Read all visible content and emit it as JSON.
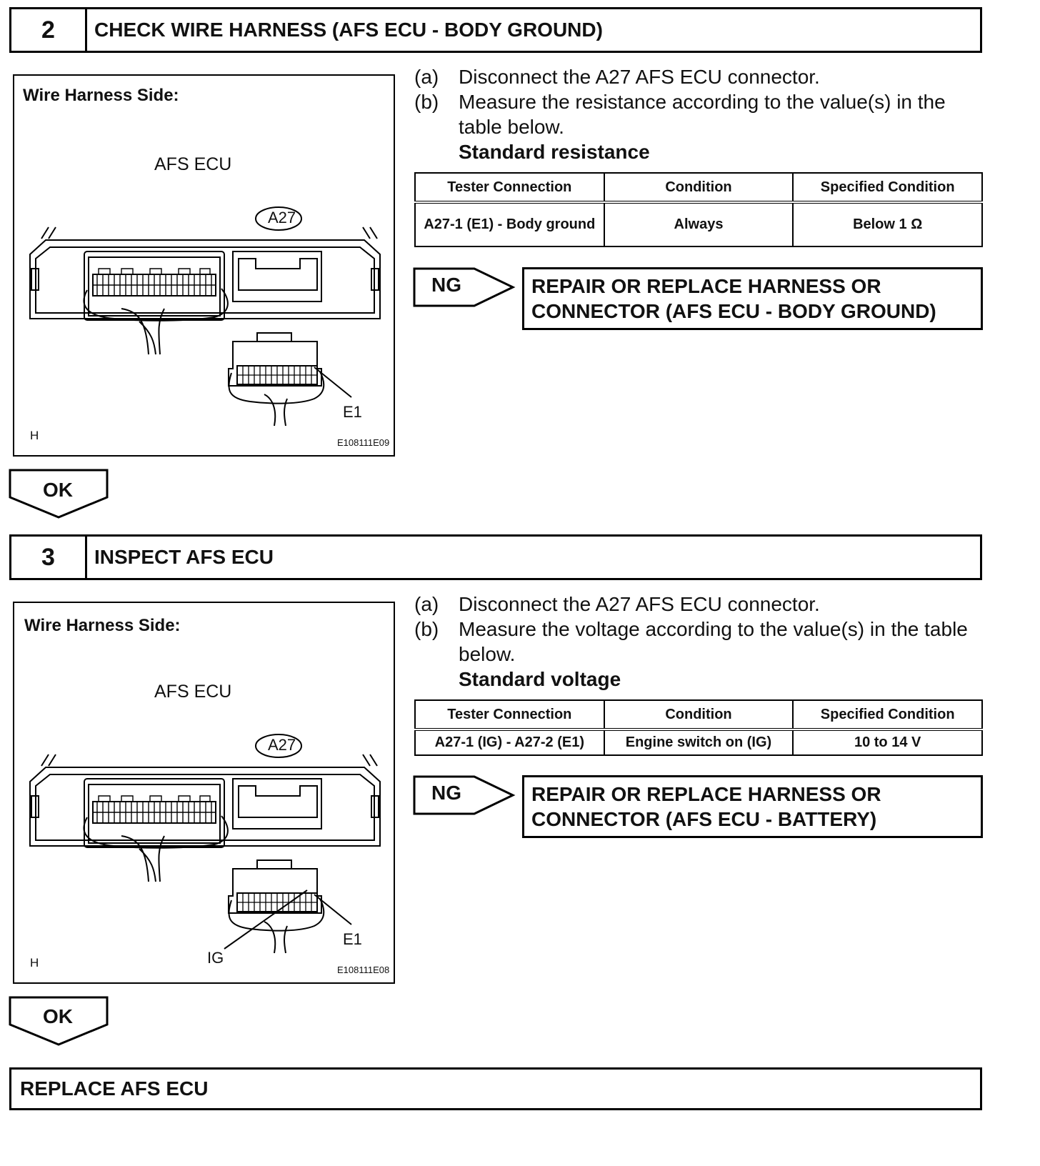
{
  "step2": {
    "number": "2",
    "title": "CHECK WIRE HARNESS (AFS ECU - BODY GROUND)",
    "figure": {
      "side_label": "Wire Harness Side:",
      "ecu_label": "AFS ECU",
      "connector_label": "A27",
      "pin_label_e1": "E1",
      "corner_label": "H",
      "figure_code": "E108111E09"
    },
    "instructions": [
      {
        "label": "(a)",
        "text": "Disconnect the A27 AFS ECU connector."
      },
      {
        "label": "(b)",
        "text": "Measure the resistance according to the value(s) in the table below."
      }
    ],
    "standard_label": "Standard resistance",
    "table": {
      "headers": [
        "Tester Connection",
        "Condition",
        "Specified Condition"
      ],
      "rows": [
        [
          "A27-1 (E1) - Body ground",
          "Always",
          "Below 1 Ω"
        ]
      ]
    },
    "ng_label": "NG",
    "ng_result": "REPAIR OR REPLACE HARNESS OR CONNECTOR (AFS ECU - BODY GROUND)",
    "ok_label": "OK"
  },
  "step3": {
    "number": "3",
    "title": "INSPECT AFS ECU",
    "figure": {
      "side_label": "Wire Harness Side:",
      "ecu_label": "AFS ECU",
      "connector_label": "A27",
      "pin_label_e1": "E1",
      "pin_label_ig": "IG",
      "corner_label": "H",
      "figure_code": "E108111E08"
    },
    "instructions": [
      {
        "label": "(a)",
        "text": "Disconnect the A27 AFS ECU connector."
      },
      {
        "label": "(b)",
        "text": "Measure the voltage  according to the value(s) in the table below."
      }
    ],
    "standard_label": "Standard voltage",
    "table": {
      "headers": [
        "Tester Connection",
        "Condition",
        "Specified Condition"
      ],
      "rows": [
        [
          "A27-1 (IG) - A27-2 (E1)",
          "Engine switch on (IG)",
          "10 to 14 V"
        ]
      ]
    },
    "ng_label": "NG",
    "ng_result": "REPAIR OR REPLACE HARNESS OR CONNECTOR (AFS ECU - BATTERY)",
    "ok_label": "OK"
  },
  "final": {
    "text": "REPLACE AFS ECU"
  }
}
